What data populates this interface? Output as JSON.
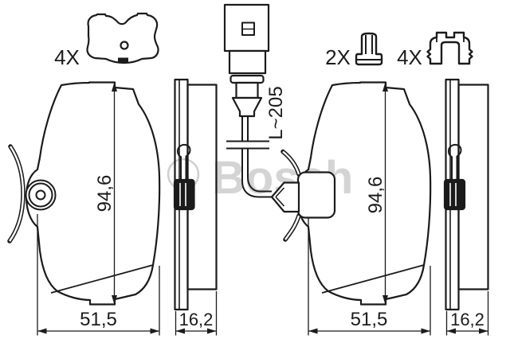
{
  "diagram": {
    "type": "technical-drawing",
    "subject": "disc brake pad set with accessories",
    "watermark": {
      "text": "Bosch"
    },
    "parts": {
      "shim_qty": "4X",
      "pin_qty": "2X",
      "clip_qty": "4X",
      "sensor_length": "L~205"
    },
    "dimensions": {
      "left_pad": {
        "height": "94,6",
        "width": "51,5",
        "thickness": "16,2"
      },
      "right_pad": {
        "height": "94,6",
        "width": "51,5",
        "thickness": "16,2"
      }
    },
    "colors": {
      "line": "#1b1b1b",
      "watermark": "#d4d4d4",
      "background": "#ffffff"
    }
  }
}
